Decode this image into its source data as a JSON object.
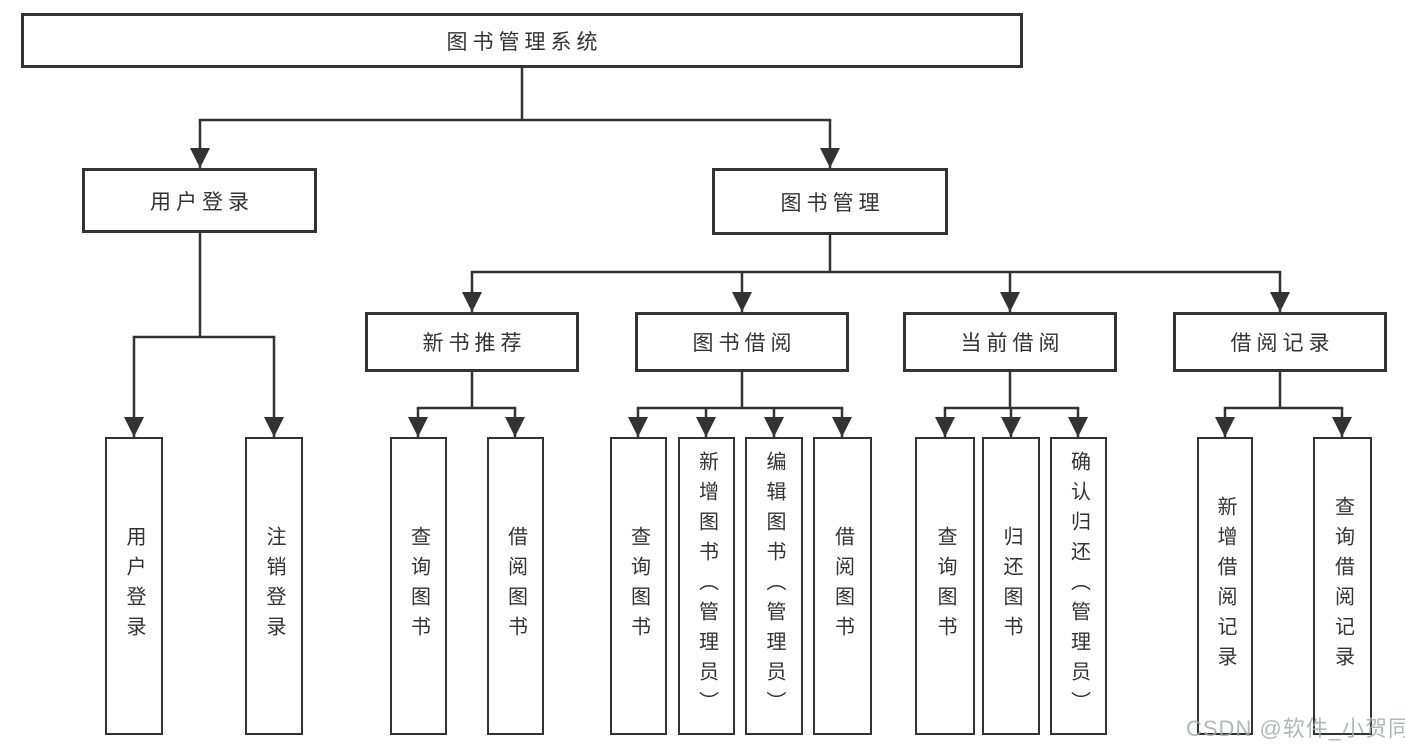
{
  "tree": {
    "root": "图书管理系统",
    "children": [
      {
        "label": "用户登录",
        "children": [
          "用户登录",
          "注销登录"
        ]
      },
      {
        "label": "图书管理",
        "children": [
          {
            "label": "新书推荐",
            "children": [
              "查询图书",
              "借阅图书"
            ]
          },
          {
            "label": "图书借阅",
            "children": [
              "查询图书",
              "新增图书（管理员）",
              "编辑图书（管理员）",
              "借阅图书"
            ]
          },
          {
            "label": "当前借阅",
            "children": [
              "查询图书",
              "归还图书",
              "确认归还（管理员）"
            ]
          },
          {
            "label": "借阅记录",
            "children": [
              "新增借阅记录",
              "查询借阅记录"
            ]
          }
        ]
      }
    ]
  },
  "watermark": {
    "text": "CSDN @软件_小贺同学"
  },
  "colors": {
    "line": "#333333",
    "border": "#333333",
    "text": "#333333",
    "watermark_gray": "#a5aaaf",
    "background": "#ffffff"
  }
}
